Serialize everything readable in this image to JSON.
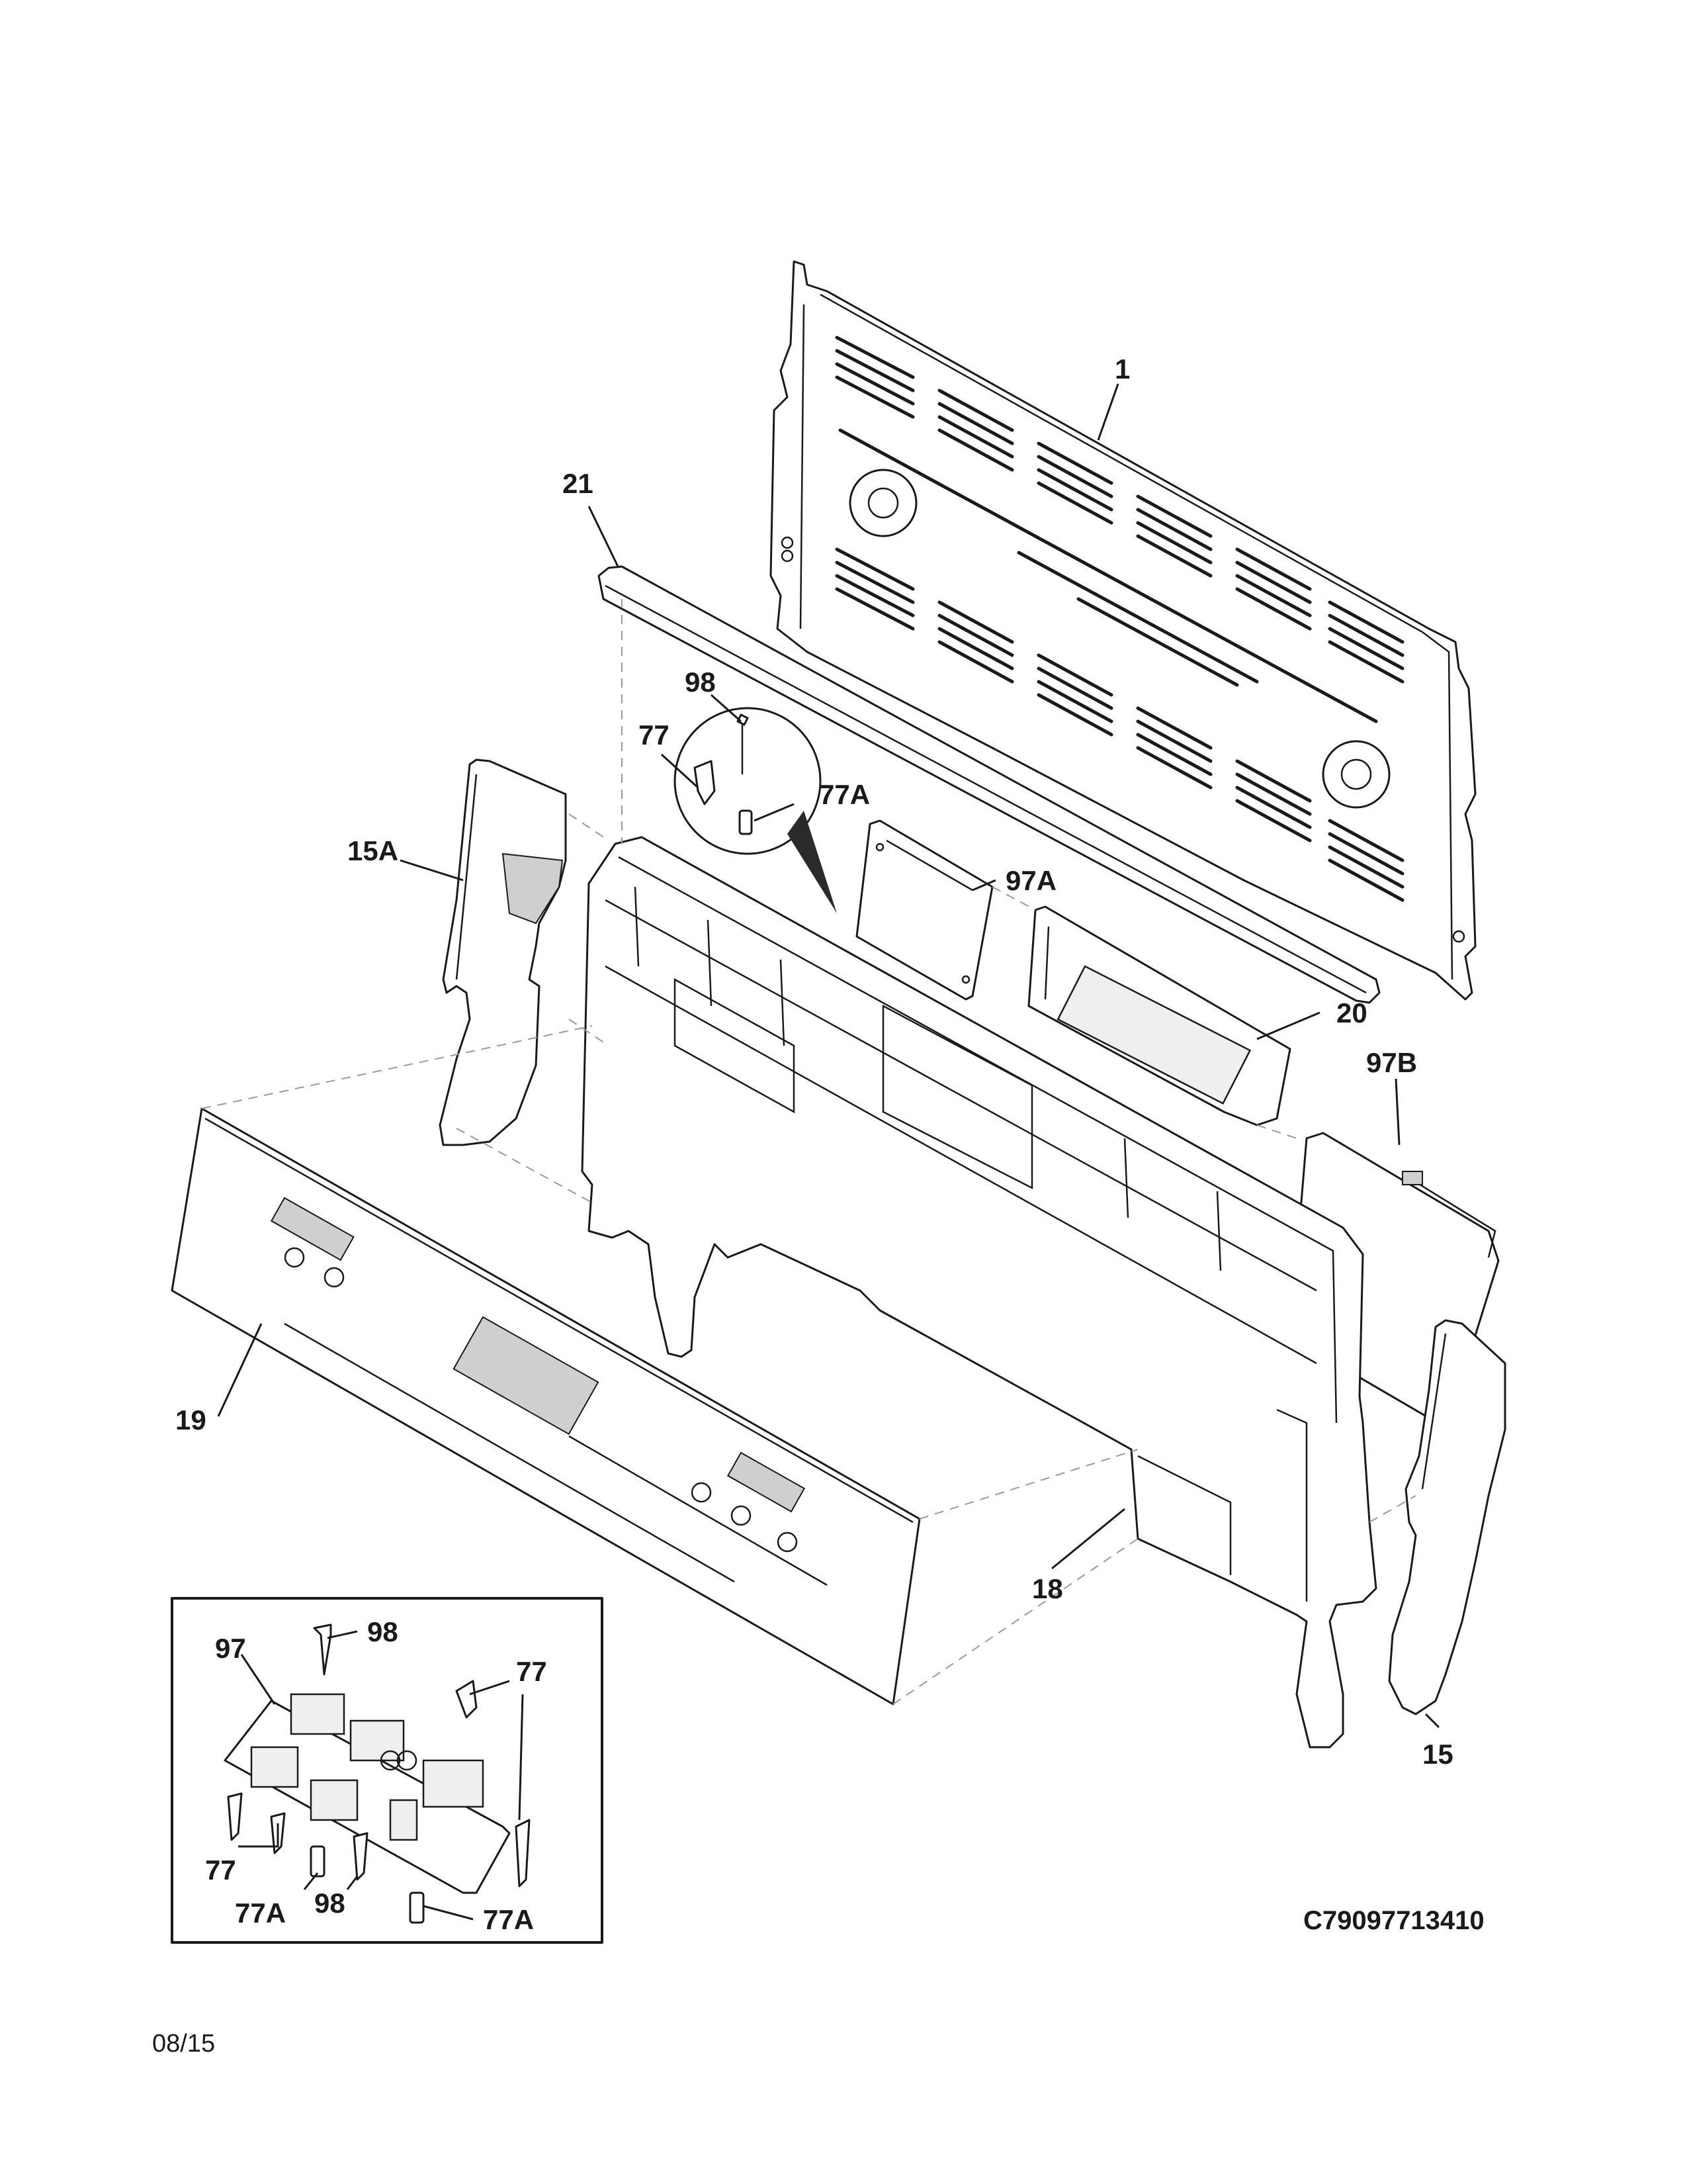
{
  "labels": {
    "p1": "1",
    "p21": "21",
    "p98_top": "98",
    "p77_top": "77",
    "p77A_top": "77A",
    "p97A": "97A",
    "p15A": "15A",
    "p20": "20",
    "p97B": "97B",
    "p19": "19",
    "p18": "18",
    "p98_inset": "98",
    "p97": "97",
    "p77_inset_right": "77",
    "p77_inset_left": "77",
    "p77A_inset_left": "77A",
    "p98_inset_bottom": "98",
    "p77A_inset_right": "77A",
    "p15": "15"
  },
  "document": {
    "code": "C79097713410",
    "date": "08/15"
  }
}
